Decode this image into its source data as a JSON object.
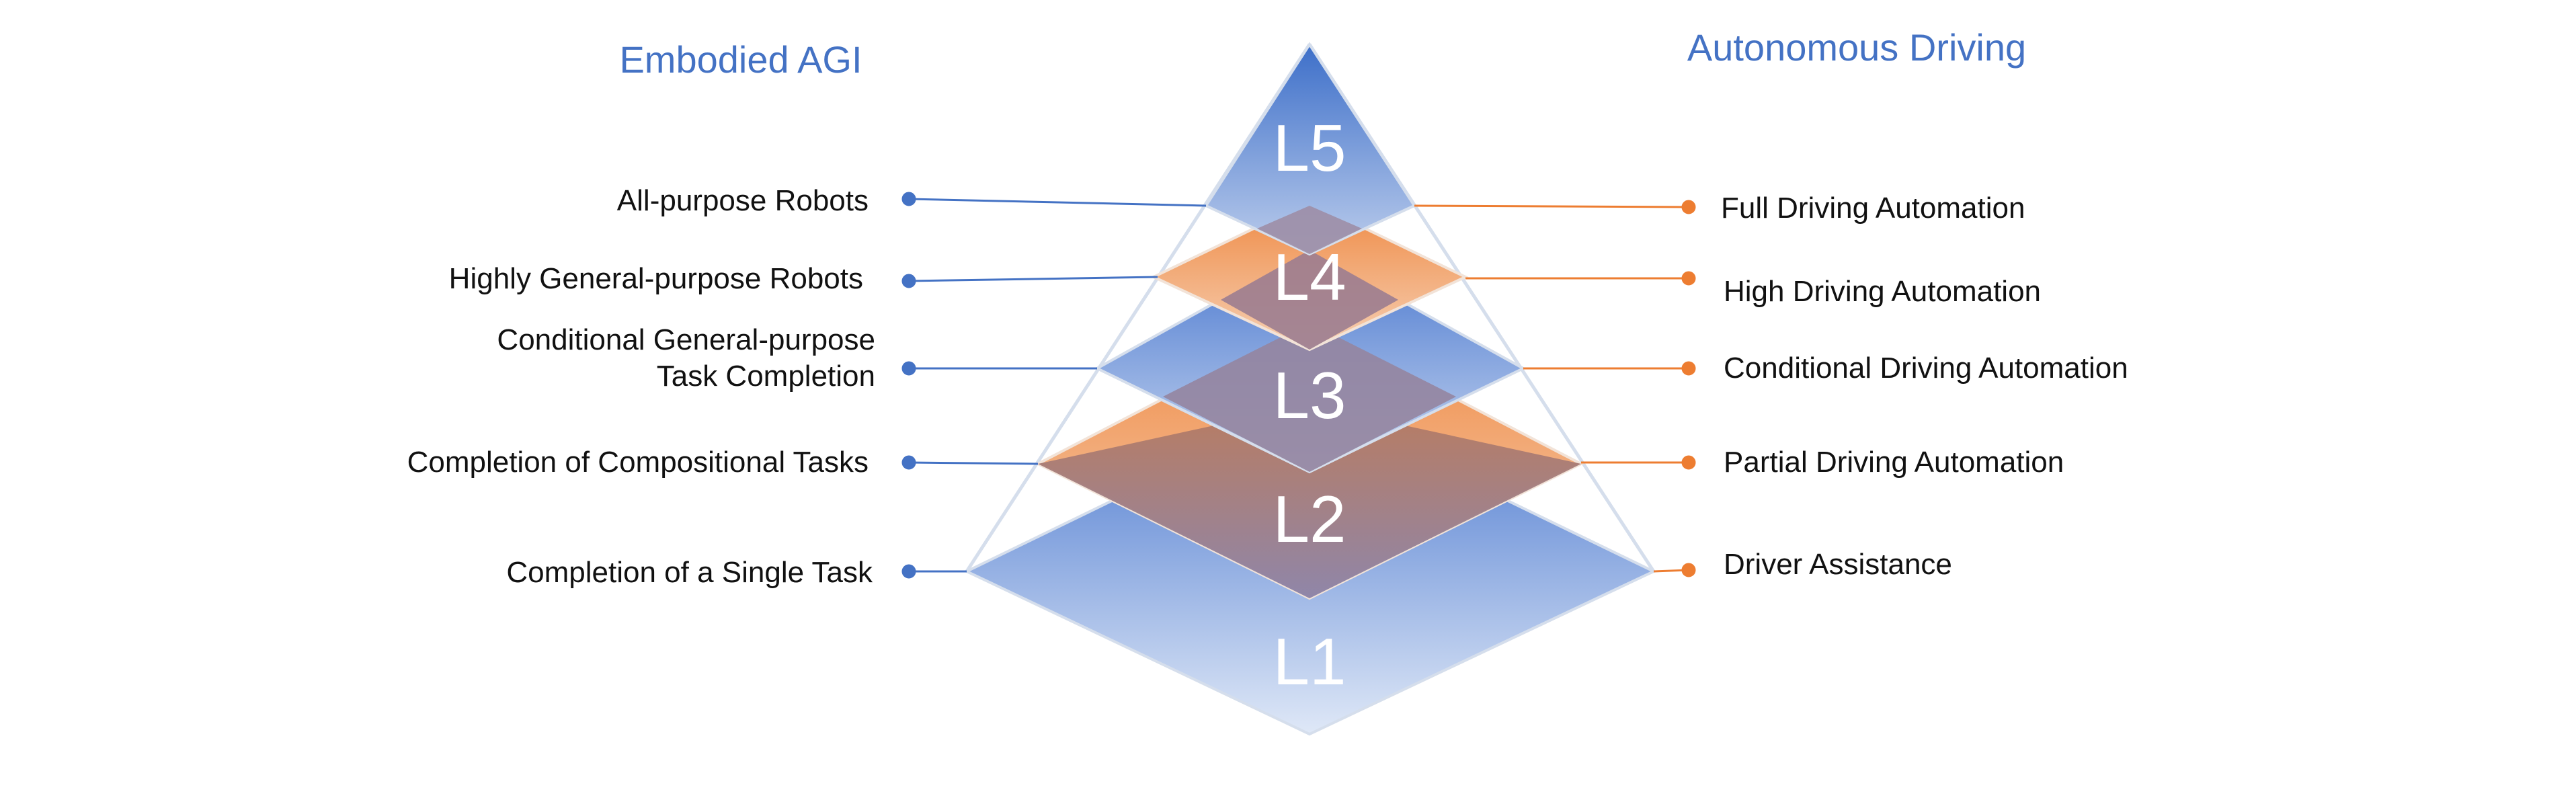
{
  "left_column": {
    "title": "Embodied AGI",
    "items": [
      "All-purpose Robots",
      "Highly General-purpose Robots",
      "Conditional General-purpose Task Completion",
      "Completion of Compositional Tasks",
      "Completion of a Single Task"
    ],
    "item_lines": [
      [
        "All-purpose Robots"
      ],
      [
        "Highly General-purpose Robots"
      ],
      [
        "Conditional General-purpose",
        "Task Completion"
      ],
      [
        "Completion of Compositional Tasks"
      ],
      [
        "Completion of a Single Task"
      ]
    ]
  },
  "right_column": {
    "title": "Autonomous Driving",
    "items": [
      "Full Driving Automation",
      "High Driving Automation",
      "Conditional Driving Automation",
      "Partial Driving Automation",
      "Driver Assistance"
    ]
  },
  "levels": [
    "L5",
    "L4",
    "L3",
    "L2",
    "L1"
  ],
  "colors": {
    "blue": "#4472c4",
    "orange": "#ed7d31",
    "text": "#111111",
    "level_text": "#ffffff"
  }
}
